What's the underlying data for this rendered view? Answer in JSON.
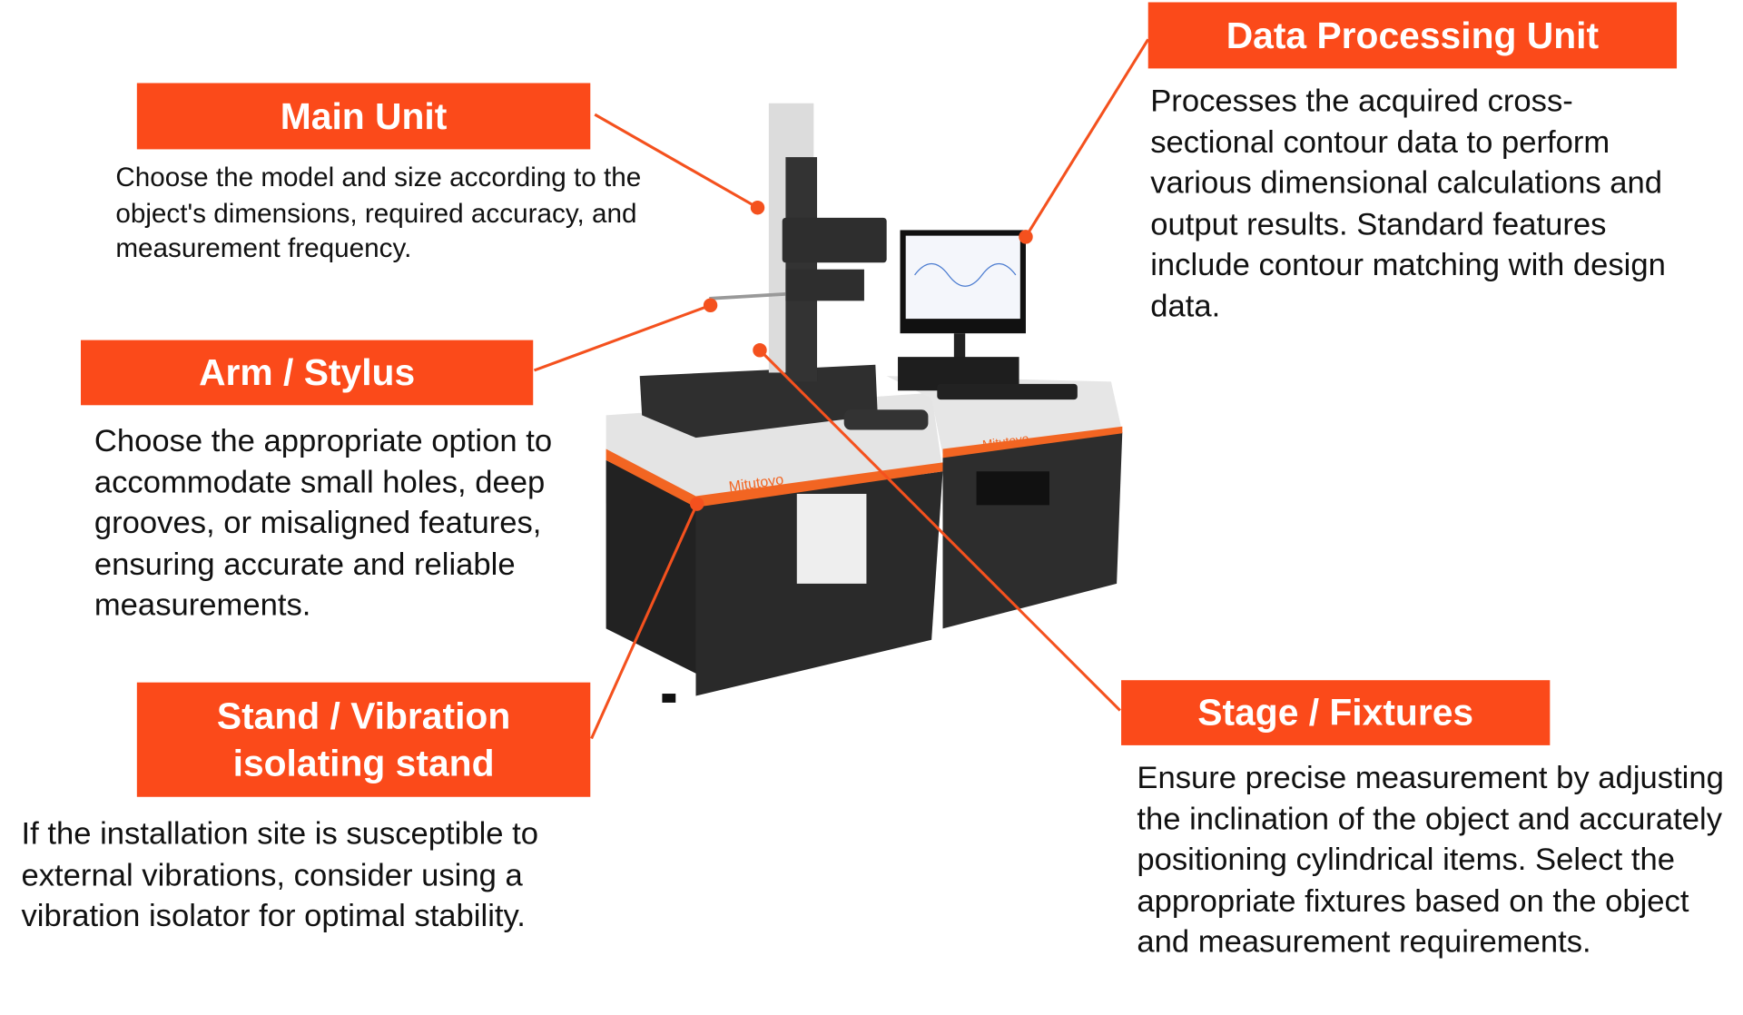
{
  "colors": {
    "accent": "#fb4a1a",
    "text": "#111111"
  },
  "callouts": {
    "main_unit": {
      "title": "Main Unit",
      "description": "Choose the model and size according to the object's dimensions, required accuracy, and measurement frequency."
    },
    "arm_stylus": {
      "title": "Arm / Stylus",
      "description": "Choose the appropriate option to accommodate small holes, deep grooves, or misaligned features, ensuring accurate and reliable measurements."
    },
    "stand": {
      "title_line1": "Stand / Vibration",
      "title_line2": "isolating stand",
      "description": "If the installation site is susceptible to external vibrations, consider using a vibration isolator for optimal stability."
    },
    "data_processing": {
      "title": "Data Processing Unit",
      "description": "Processes the acquired cross-sectional contour data to perform various dimensional calculations and output results. Standard features include contour matching with design data."
    },
    "stage_fixtures": {
      "title": "Stage / Fixtures",
      "description": "Ensure precise measurement by adjusting the inclination of the object and accurately positioning cylindrical items. Select the appropriate fixtures based on the object and measurement requirements."
    }
  },
  "product": {
    "brand": "Mitutoyo"
  }
}
